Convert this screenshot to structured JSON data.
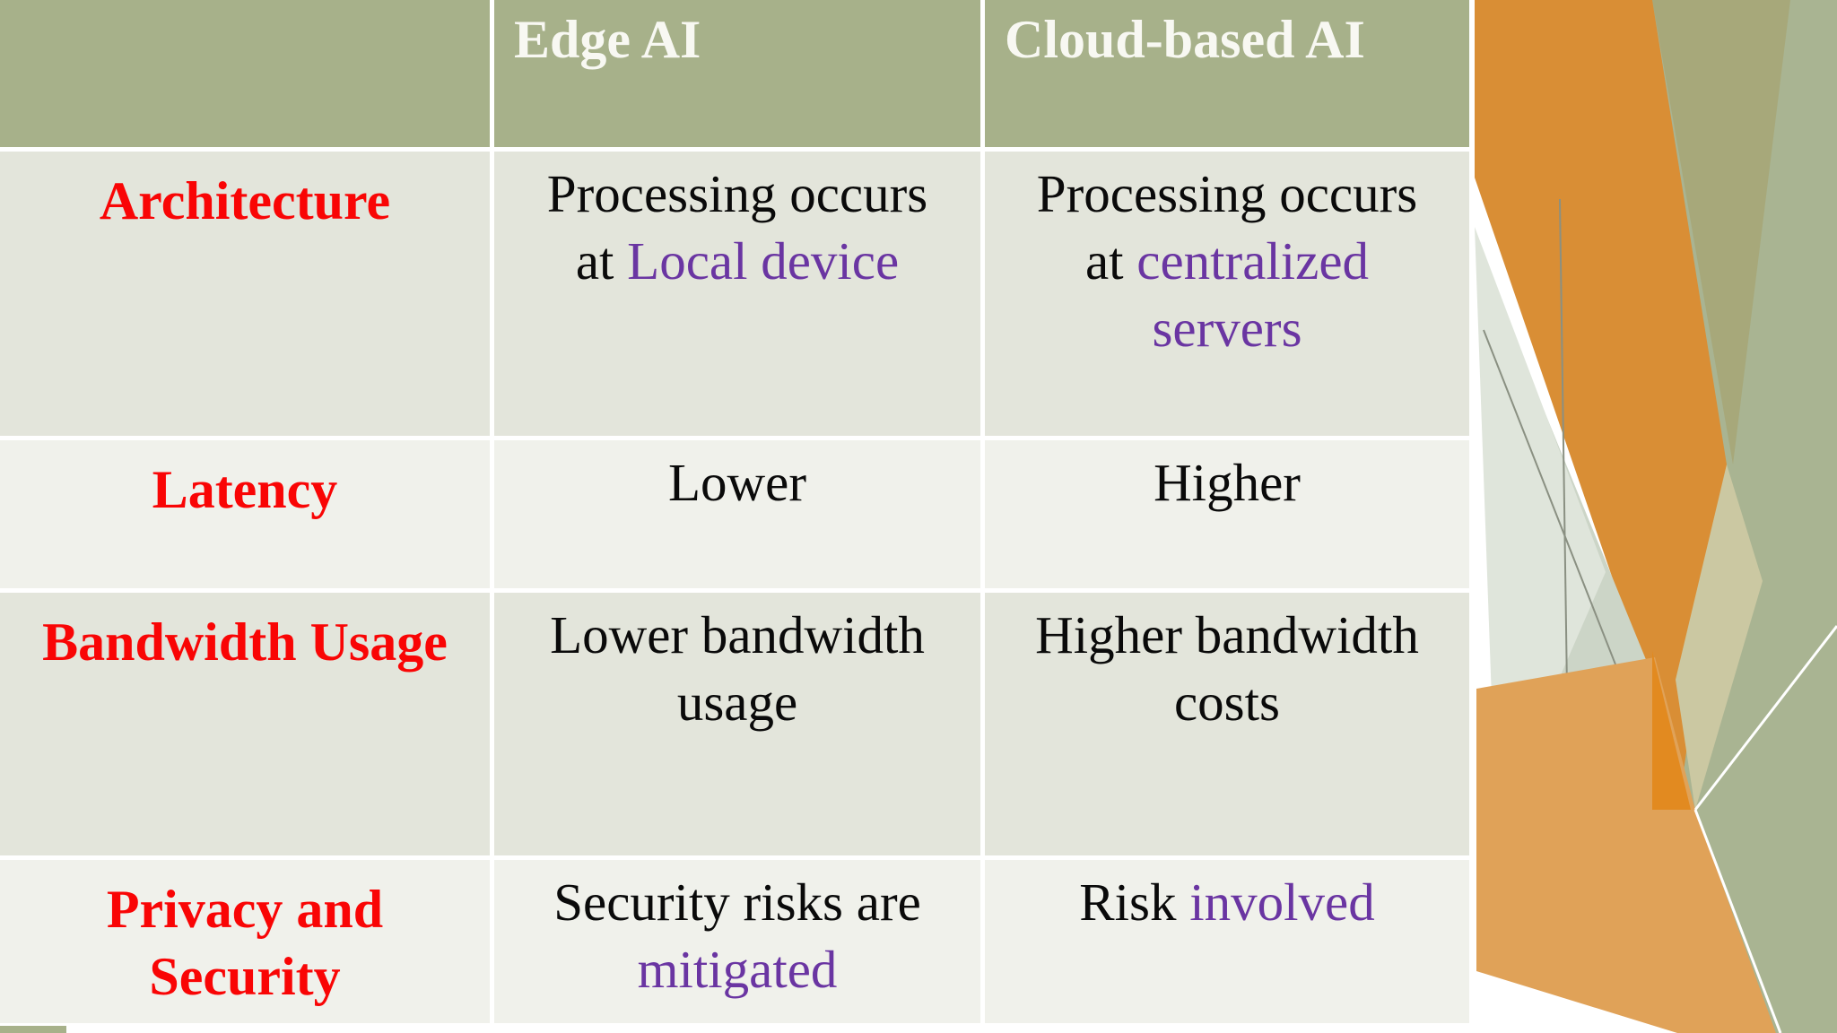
{
  "table": {
    "header": {
      "col0": "",
      "col1": "Edge AI",
      "col2": "Cloud-based AI"
    },
    "rows": [
      {
        "label": "Architecture",
        "edge_ai": [
          {
            "t": "Processing occurs\nat "
          },
          {
            "t": "Local device",
            "c": "purple"
          }
        ],
        "cloud_ai": [
          {
            "t": "Processing occurs\nat "
          },
          {
            "t": "centralized\nservers",
            "c": "purple"
          }
        ]
      },
      {
        "label": "Latency",
        "edge_ai": [
          {
            "t": "Lower"
          }
        ],
        "cloud_ai": [
          {
            "t": "Higher"
          }
        ]
      },
      {
        "label": "Bandwidth Usage",
        "edge_ai": [
          {
            "t": "Lower bandwidth\nusage"
          }
        ],
        "cloud_ai": [
          {
            "t": "Higher bandwidth\ncosts"
          }
        ]
      },
      {
        "label": "Privacy and\nSecurity",
        "edge_ai": [
          {
            "t": "Security risks are\n"
          },
          {
            "t": "mitigated",
            "c": "purple"
          }
        ],
        "cloud_ai": [
          {
            "t": "Risk "
          },
          {
            "t": "involved",
            "c": "purple"
          }
        ]
      }
    ]
  },
  "colors": {
    "olive-header": "#A7B18A",
    "header-text": "#F8F8F2",
    "row-dark": "#E3E5DB",
    "row-light": "#F0F1EB",
    "label-red": "#F90505",
    "body-black": "#0A0A0A",
    "accent-purple": "#6A35A2",
    "ribbon-orange": "#D98E35",
    "ribbon-orange-light": "#E0A258",
    "ribbon-orange-bright": "#E28A20",
    "ribbon-khaki": "#A7A87A",
    "ribbon-sage": "#A9B492",
    "ribbon-tan": "#CBC8A2",
    "ribbon-gray-green": "#CCD5C7",
    "ribbon-gray-light": "#DFE5DB"
  }
}
